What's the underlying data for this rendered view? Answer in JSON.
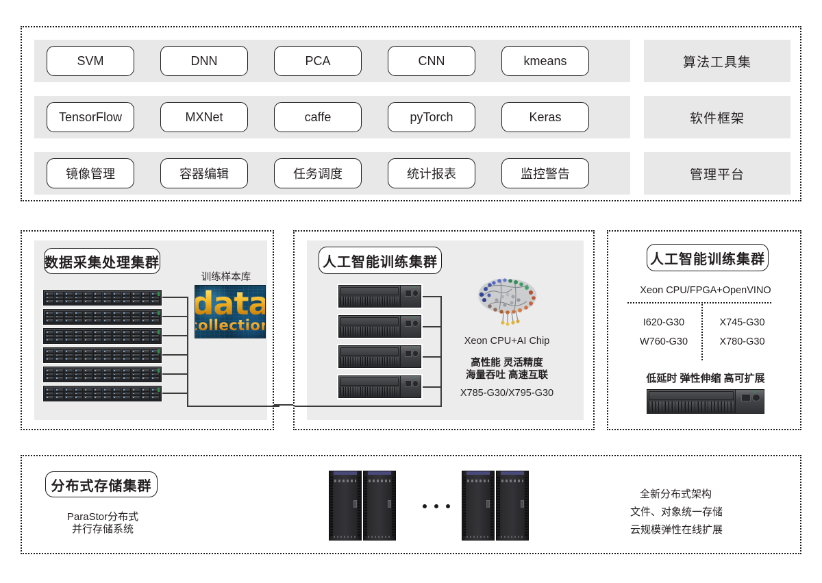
{
  "top_section": {
    "rows": [
      {
        "label": "算法工具集",
        "items": [
          "SVM",
          "DNN",
          "PCA",
          "CNN",
          "kmeans"
        ]
      },
      {
        "label": "软件框架",
        "items": [
          "TensorFlow",
          "MXNet",
          "caffe",
          "pyTorch",
          "Keras"
        ]
      },
      {
        "label": "管理平台",
        "items": [
          "镜像管理",
          "容器编辑",
          "任务调度",
          "统计报表",
          "监控警告"
        ]
      }
    ]
  },
  "mid_left": {
    "title": "数据采集处理集群",
    "sample_library_label": "训练样本库",
    "image_word1": "data",
    "image_word2": "collection",
    "server_count": 6
  },
  "mid_center": {
    "title": "人工智能训练集群",
    "chip_label": "Xeon CPU+AI Chip",
    "feature_line1": "高性能 灵活精度",
    "feature_line2": "海量吞吐 高速互联",
    "model_line": "X785-G30/X795-G30",
    "server_count": 4
  },
  "mid_right": {
    "title": "人工智能训练集群",
    "platform_label": "Xeon CPU/FPGA+OpenVINO",
    "models_left": [
      "I620-G30",
      "W760-G30"
    ],
    "models_right": [
      "X745-G30",
      "X780-G30"
    ],
    "features": "低延时 弹性伸缩 高可扩展"
  },
  "bottom_section": {
    "title": "分布式存储集群",
    "subtitle_line1": "ParaStor分布式",
    "subtitle_line2": "并行存储系统",
    "ellipsis_label": "···",
    "features": [
      "全新分布式架构",
      "文件、对象统一存储",
      "云规模弹性在线扩展"
    ],
    "cabinet_count": 4
  },
  "colors": {
    "panel_gray": "#e8e8e8",
    "inner_gray": "#ececec",
    "line": "#3a3a3a",
    "border": "#1a1a1a",
    "text": "#231f20"
  }
}
